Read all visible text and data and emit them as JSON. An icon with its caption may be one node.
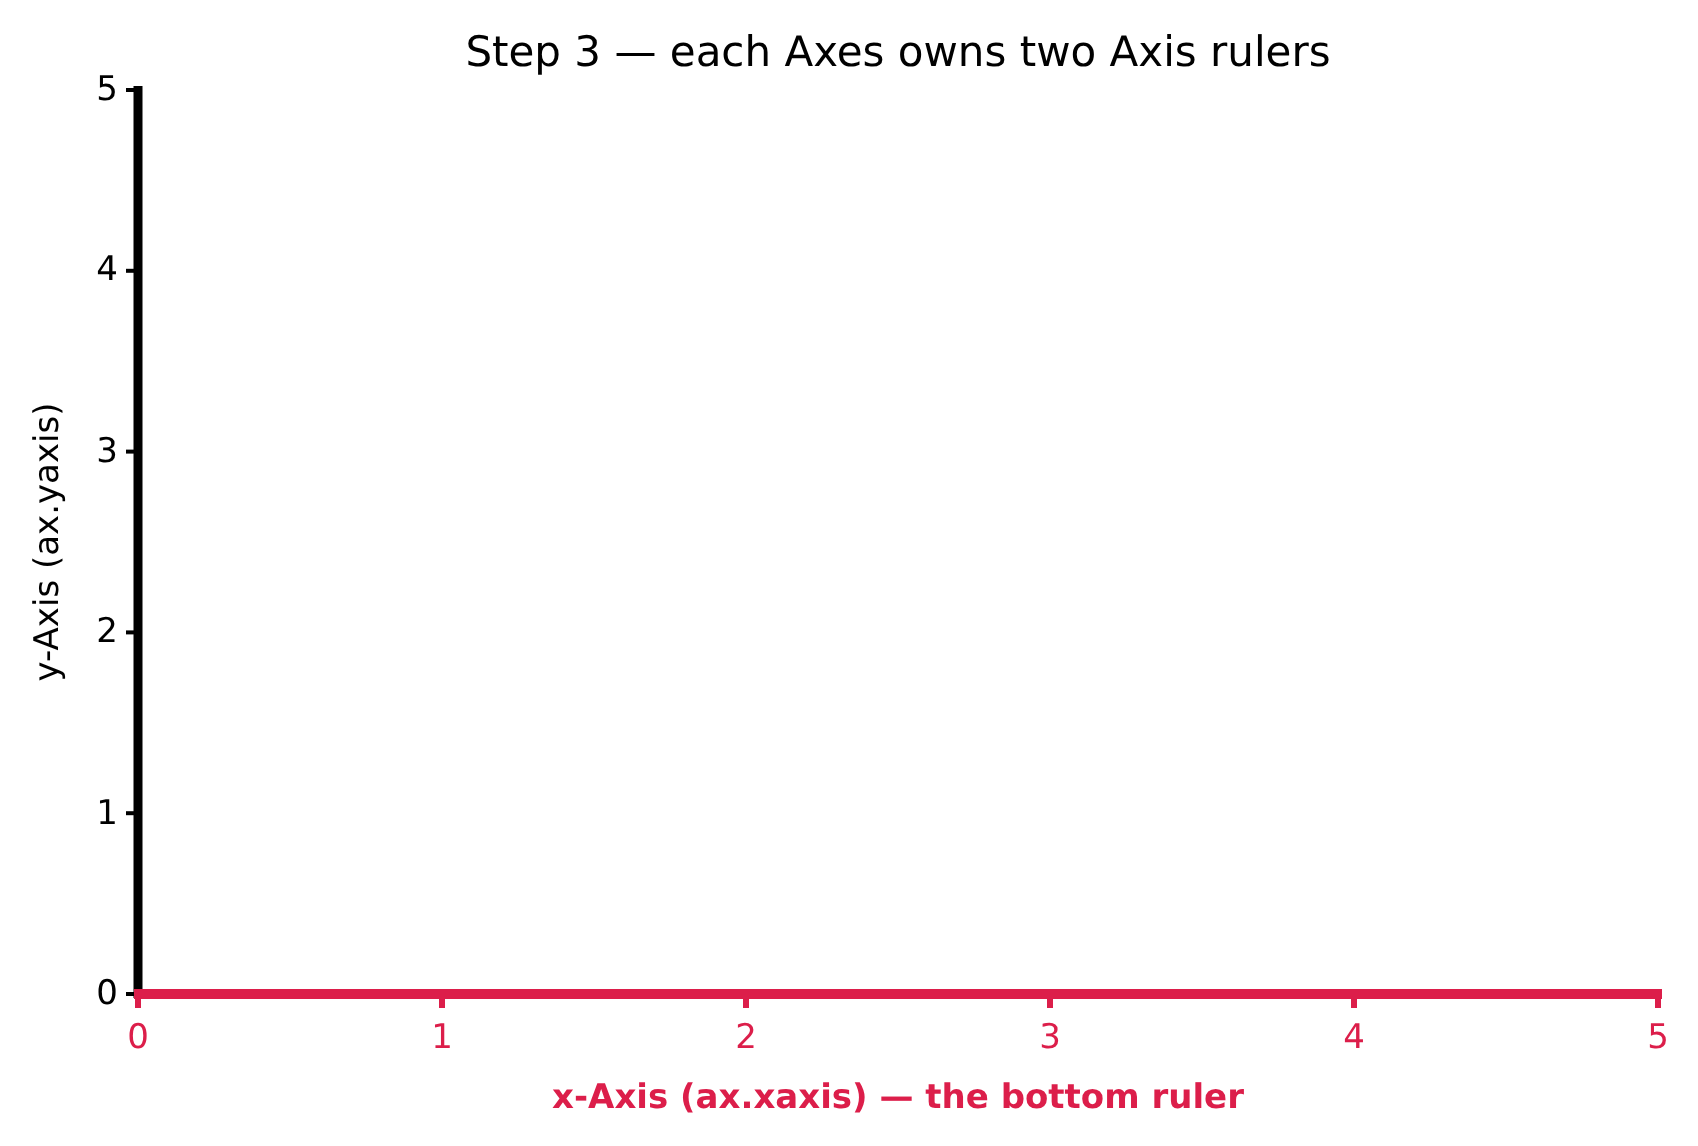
{
  "diagram": {
    "chart_data": {
      "type": "line",
      "title": "Step 3 — each Axes owns two Axis rulers",
      "xlabel": "x-Axis (ax.xaxis) — the bottom ruler",
      "ylabel": "y-Axis (ax.yaxis)",
      "xlim": [
        0,
        5
      ],
      "ylim": [
        0,
        5
      ],
      "xticks": [
        0,
        1,
        2,
        3,
        4,
        5
      ],
      "yticks": [
        0,
        1,
        2,
        3,
        4,
        5
      ]
    }
  }
}
